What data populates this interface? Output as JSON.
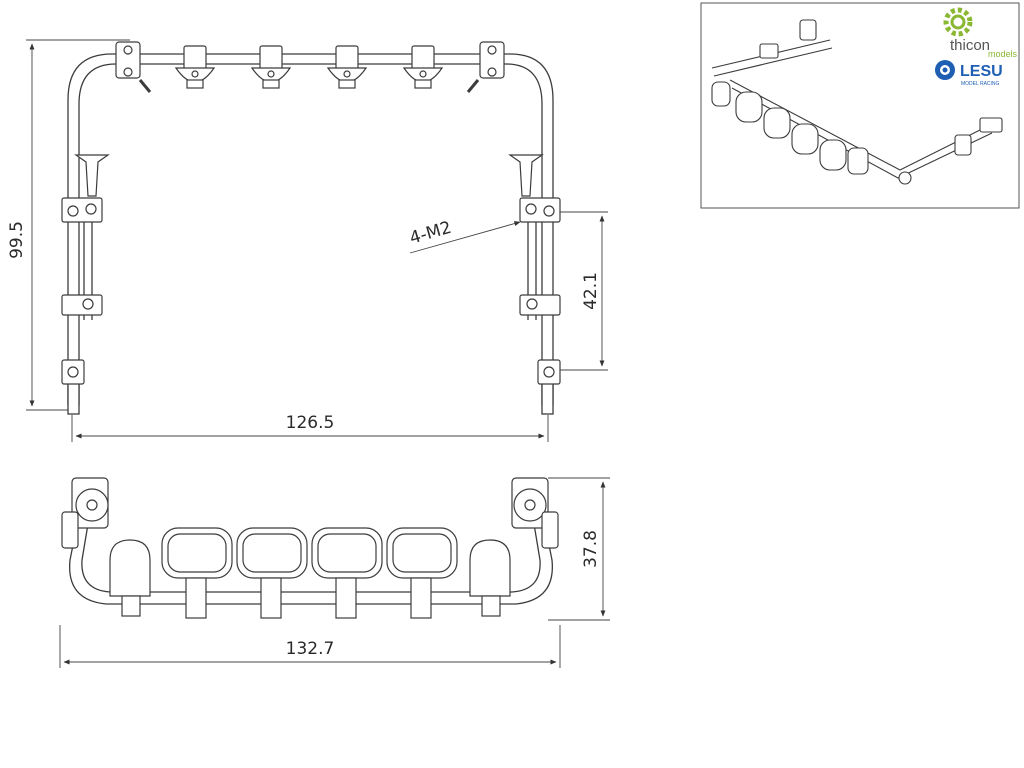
{
  "drawing": {
    "front_view": {
      "height_label": "99.5",
      "width_label": "126.5",
      "mount_spacing_label": "42.1",
      "screw_callout": "4-M2"
    },
    "top_view": {
      "width_label": "132.7",
      "depth_label": "37.8"
    }
  },
  "logos": {
    "thicon": {
      "name": "thicon",
      "sub": "models",
      "icon": "gear-icon",
      "color": "#8ab833"
    },
    "lesu": {
      "name": "LESU",
      "sub": "MODEL RACING",
      "icon": "lion-icon",
      "color": "#1e5fb4"
    }
  },
  "colors": {
    "line": "#3c3c3c",
    "frame": "#555555"
  }
}
